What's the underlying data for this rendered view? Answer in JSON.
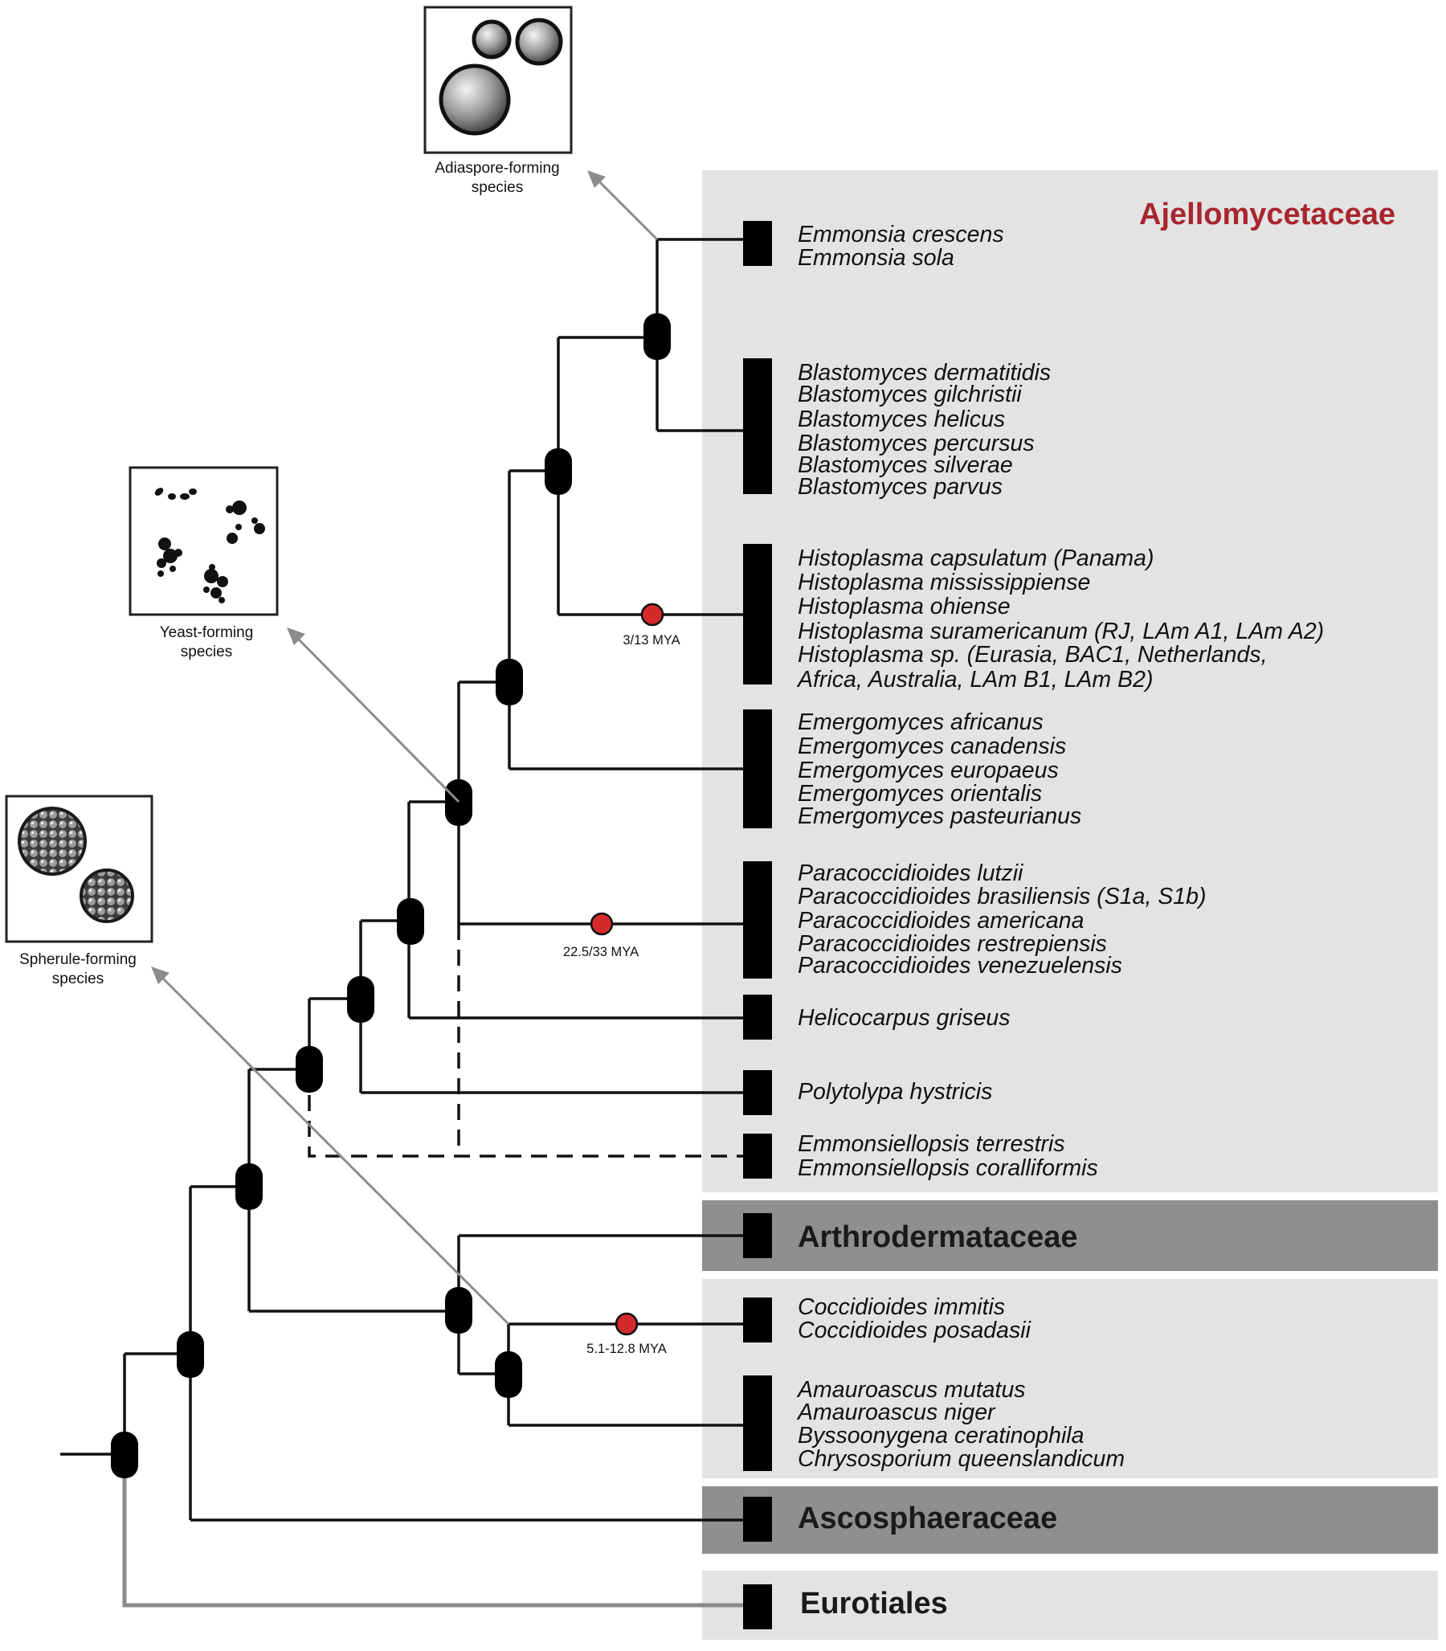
{
  "families": {
    "ajellomycetaceae": "Ajellomycetaceae",
    "arthrodermataceae": "Arthrodermataceae",
    "ascosphaeraceae": "Ascosphaeraceae",
    "eurotiales": "Eurotiales"
  },
  "colors": {
    "family_title_red": "#a8262f",
    "light_panel": "#e3e3e3",
    "dark_panel": "#8f8f8f",
    "divergence_dot": "#d42a2a",
    "branch": "#111111",
    "outgroup_branch": "#8a8a8a"
  },
  "species": {
    "emmonsia": [
      "Emmonsia crescens",
      "Emmonsia sola"
    ],
    "blastomyces": [
      "Blastomyces dermatitidis",
      "Blastomyces gilchristii",
      "Blastomyces helicus",
      "Blastomyces percursus",
      "Blastomyces silverae",
      "Blastomyces parvus"
    ],
    "histoplasma": [
      "Histoplasma capsulatum (Panama)",
      "Histoplasma mississippiense",
      "Histoplasma ohiense",
      "Histoplasma suramericanum (RJ, LAm A1, LAm A2)",
      "Histoplasma sp. (Eurasia, BAC1, Netherlands,",
      "Africa, Australia, LAm B1, LAm B2)"
    ],
    "emergomyces": [
      "Emergomyces africanus",
      "Emergomyces canadensis",
      "Emergomyces europaeus",
      "Emergomyces orientalis",
      "Emergomyces pasteurianus"
    ],
    "paracoccidioides": [
      "Paracoccidioides lutzii",
      "Paracoccidioides brasiliensis (S1a, S1b)",
      "Paracoccidioides americana",
      "Paracoccidioides restrepiensis",
      "Paracoccidioides venezuelensis"
    ],
    "helicocarpus": [
      "Helicocarpus griseus"
    ],
    "polytolypa": [
      "Polytolypa hystricis"
    ],
    "emmonsiellopsis": [
      "Emmonsiellopsis terrestris",
      "Emmonsiellopsis coralliformis"
    ],
    "coccidioides": [
      "Coccidioides immitis",
      "Coccidioides posadasii"
    ],
    "amauroascus": [
      "Amauroascus mutatus",
      "Amauroascus niger",
      "Byssoonygena ceratinophila",
      "Chrysosporium queenslandicum"
    ]
  },
  "insets": {
    "adiaspore": [
      "Adiaspore-forming",
      "species"
    ],
    "yeast": [
      "Yeast-forming",
      "species"
    ],
    "spherule": [
      "Spherule-forming",
      "species"
    ]
  },
  "divergence_labels": {
    "histoplasma": "3/13 MYA",
    "paracoccidioides": "22.5/33 MYA",
    "coccidioides": "5.1-12.8 MYA"
  }
}
